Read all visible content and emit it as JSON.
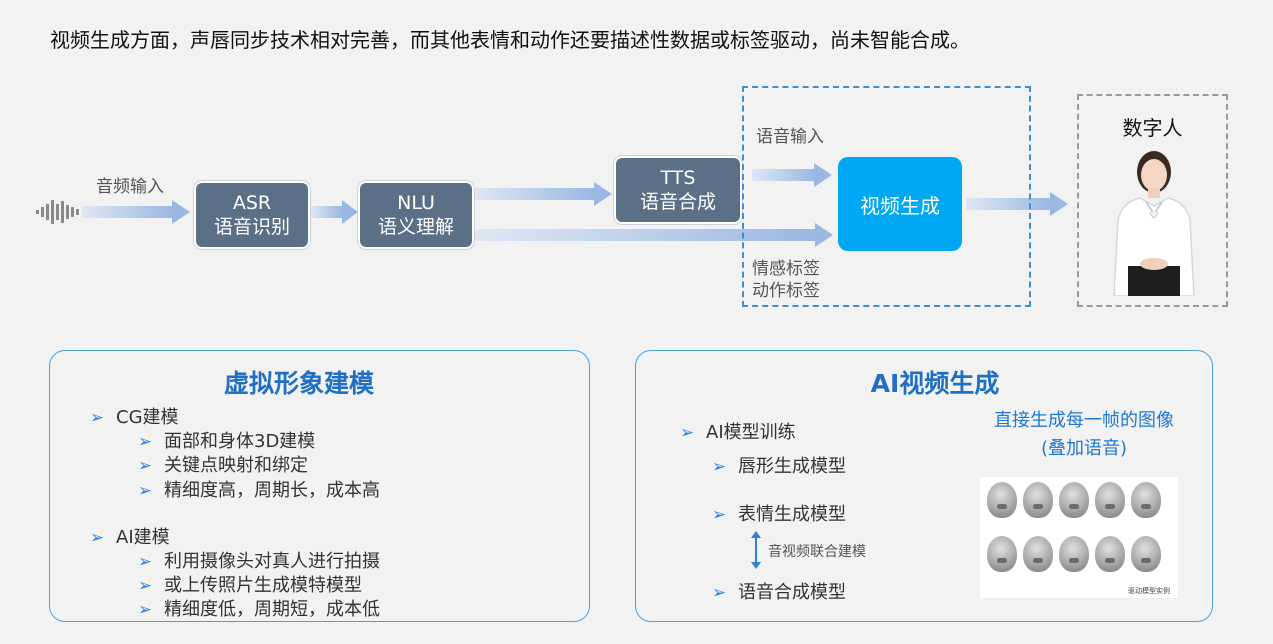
{
  "headline": "视频生成方面，声唇同步技术相对完善，而其他表情和动作还要描述性数据或标签驱动，尚未智能合成。",
  "flow": {
    "audio_input_label": "音频输入",
    "asr": {
      "line1": "ASR",
      "line2": "语音识别"
    },
    "nlu": {
      "line1": "NLU",
      "line2": "语义理解"
    },
    "tts": {
      "line1": "TTS",
      "line2": "语音合成"
    },
    "voice_input_label": "语音输入",
    "video_gen": "视频生成",
    "emotion_tag": "情感标签",
    "action_tag": "动作标签",
    "digital_human_label": "数字人"
  },
  "left_panel": {
    "title": "虚拟形象建模",
    "groups": [
      {
        "label": "CG建模",
        "items": [
          "面部和身体3D建模",
          "关键点映射和绑定",
          "精细度高，周期长，成本高"
        ]
      },
      {
        "label": "AI建模",
        "items": [
          "利用摄像头对真人进行拍摄",
          "或上传照片生成模特模型",
          "精细度低，周期短，成本低"
        ]
      }
    ]
  },
  "right_panel": {
    "title": "AI视频生成",
    "training_label": "AI模型训练",
    "models": [
      "唇形生成模型",
      "表情生成模型",
      "语音合成模型"
    ],
    "joint_modeling": "音视频联合建模",
    "direct_gen_line1": "直接生成每一帧的图像",
    "direct_gen_line2": "(叠加语音)",
    "sample_caption": "驱动模型实例"
  },
  "colors": {
    "accent_blue": "#1f6fc4",
    "process_box": "#5b6f86",
    "video_box": "#00a7f2",
    "arrow": "#a9c3e6"
  }
}
